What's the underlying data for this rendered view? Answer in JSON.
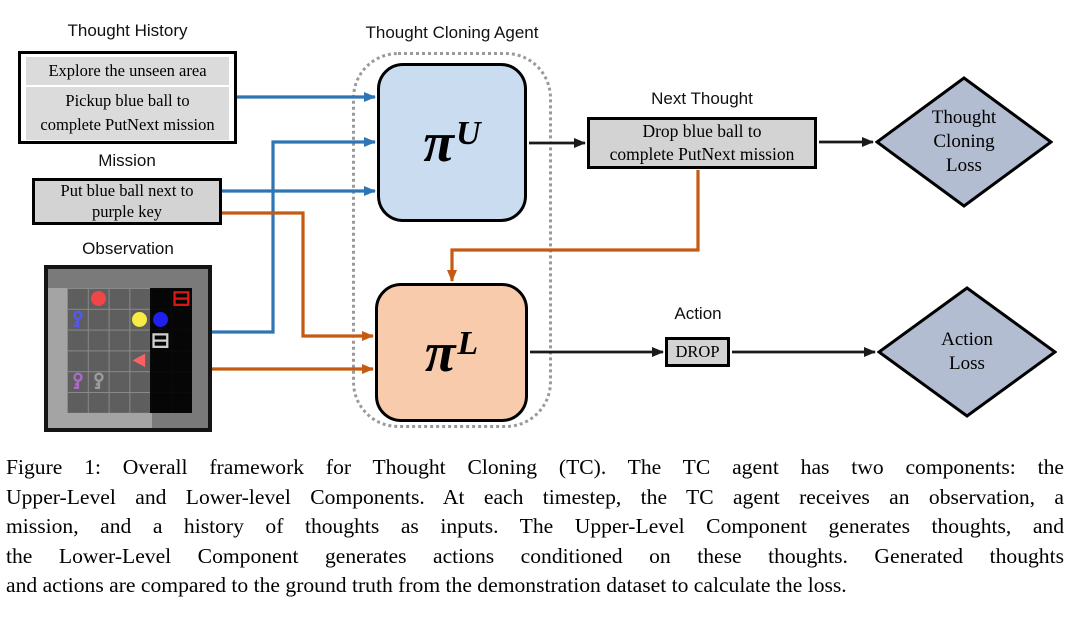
{
  "colors": {
    "arrow-blue": "#2E75B6",
    "arrow-orange": "#C55A11",
    "arrow-black": "#1A1A1A",
    "agent-upper-fill": "#C9DCF0",
    "agent-lower-fill": "#F8CBAD",
    "loss-diamond-fill": "#B2BDD1",
    "gray-box-fill": "#D3D3D3",
    "history-item-fill": "#DBDBDB"
  },
  "diagram": {
    "thought_history": {
      "label": "Thought History",
      "item1": "Explore the unseen area",
      "item2_lines": [
        "Pickup blue ball to",
        "complete PutNext mission"
      ]
    },
    "mission": {
      "label": "Mission",
      "lines": [
        "Put blue ball next to",
        "purple key"
      ]
    },
    "observation": {
      "label": "Observation"
    },
    "agent": {
      "label": "Thought Cloning Agent",
      "upper_policy": {
        "base": "π",
        "sup": "U"
      },
      "lower_policy": {
        "base": "π",
        "sup": "L"
      }
    },
    "next_thought": {
      "label": "Next Thought",
      "lines": [
        "Drop blue ball to",
        "complete PutNext mission"
      ]
    },
    "action": {
      "label": "Action",
      "value": "DROP"
    },
    "thought_cloning_loss": {
      "lines": [
        "Thought",
        "Cloning",
        "Loss"
      ]
    },
    "action_loss": {
      "lines": [
        "Action",
        "Loss"
      ]
    }
  },
  "observation_grid": {
    "cols": 6,
    "rows": 6,
    "items": [
      {
        "name": "red-ball",
        "type": "ball",
        "col": 1,
        "row": 0,
        "color": "#EE4747"
      },
      {
        "name": "red-box",
        "type": "box",
        "col": 5,
        "row": 0,
        "color": "#E01515"
      },
      {
        "name": "blue-key",
        "type": "key",
        "col": 0,
        "row": 1,
        "color": "#5558EE"
      },
      {
        "name": "yellow-ball",
        "type": "ball",
        "col": 3,
        "row": 1,
        "color": "#F6EC45"
      },
      {
        "name": "blue-ball",
        "type": "ball",
        "col": 4,
        "row": 1,
        "color": "#1F1FF0"
      },
      {
        "name": "gray-box",
        "type": "box",
        "col": 4,
        "row": 2,
        "color": "#CFCFCF"
      },
      {
        "name": "agent-triangle",
        "type": "agent",
        "col": 3,
        "row": 3,
        "color": "#F96262"
      },
      {
        "name": "purple-key",
        "type": "key",
        "col": 0,
        "row": 4,
        "color": "#A96AC9"
      },
      {
        "name": "gray-key",
        "type": "key",
        "col": 1,
        "row": 4,
        "color": "#9B9B9B"
      }
    ]
  },
  "figure_caption": {
    "lines": [
      "Figure 1: Overall framework for Thought Cloning (TC). The TC agent has two components: the",
      "Upper-Level and Lower-level Components. At each timestep, the TC agent receives an observation, a",
      "mission, and a history of thoughts as inputs. The Upper-Level Component generates thoughts, and",
      "the Lower-Level Component generates actions conditioned on these thoughts. Generated thoughts",
      "and actions are compared to the ground truth from the demonstration dataset to calculate the loss."
    ]
  }
}
